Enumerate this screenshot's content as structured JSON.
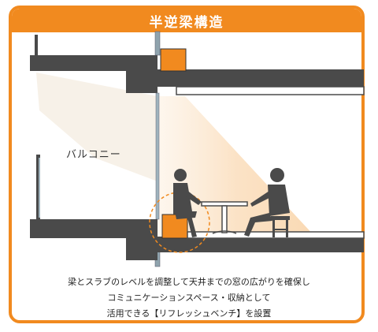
{
  "title": "半逆梁構造",
  "balcony_label": "バルコニー",
  "caption": {
    "line1": "梁とスラブのレベルを調整して天井までの窓の広がりを確保し",
    "line2": "コミュニケーションスペース・収納として",
    "line3": "活用できる【リフレッシュベンチ】を設置"
  },
  "colors": {
    "accent": "#f18a1f",
    "concrete": "#4a4a4a",
    "light_beam": "#fbe7cf"
  }
}
